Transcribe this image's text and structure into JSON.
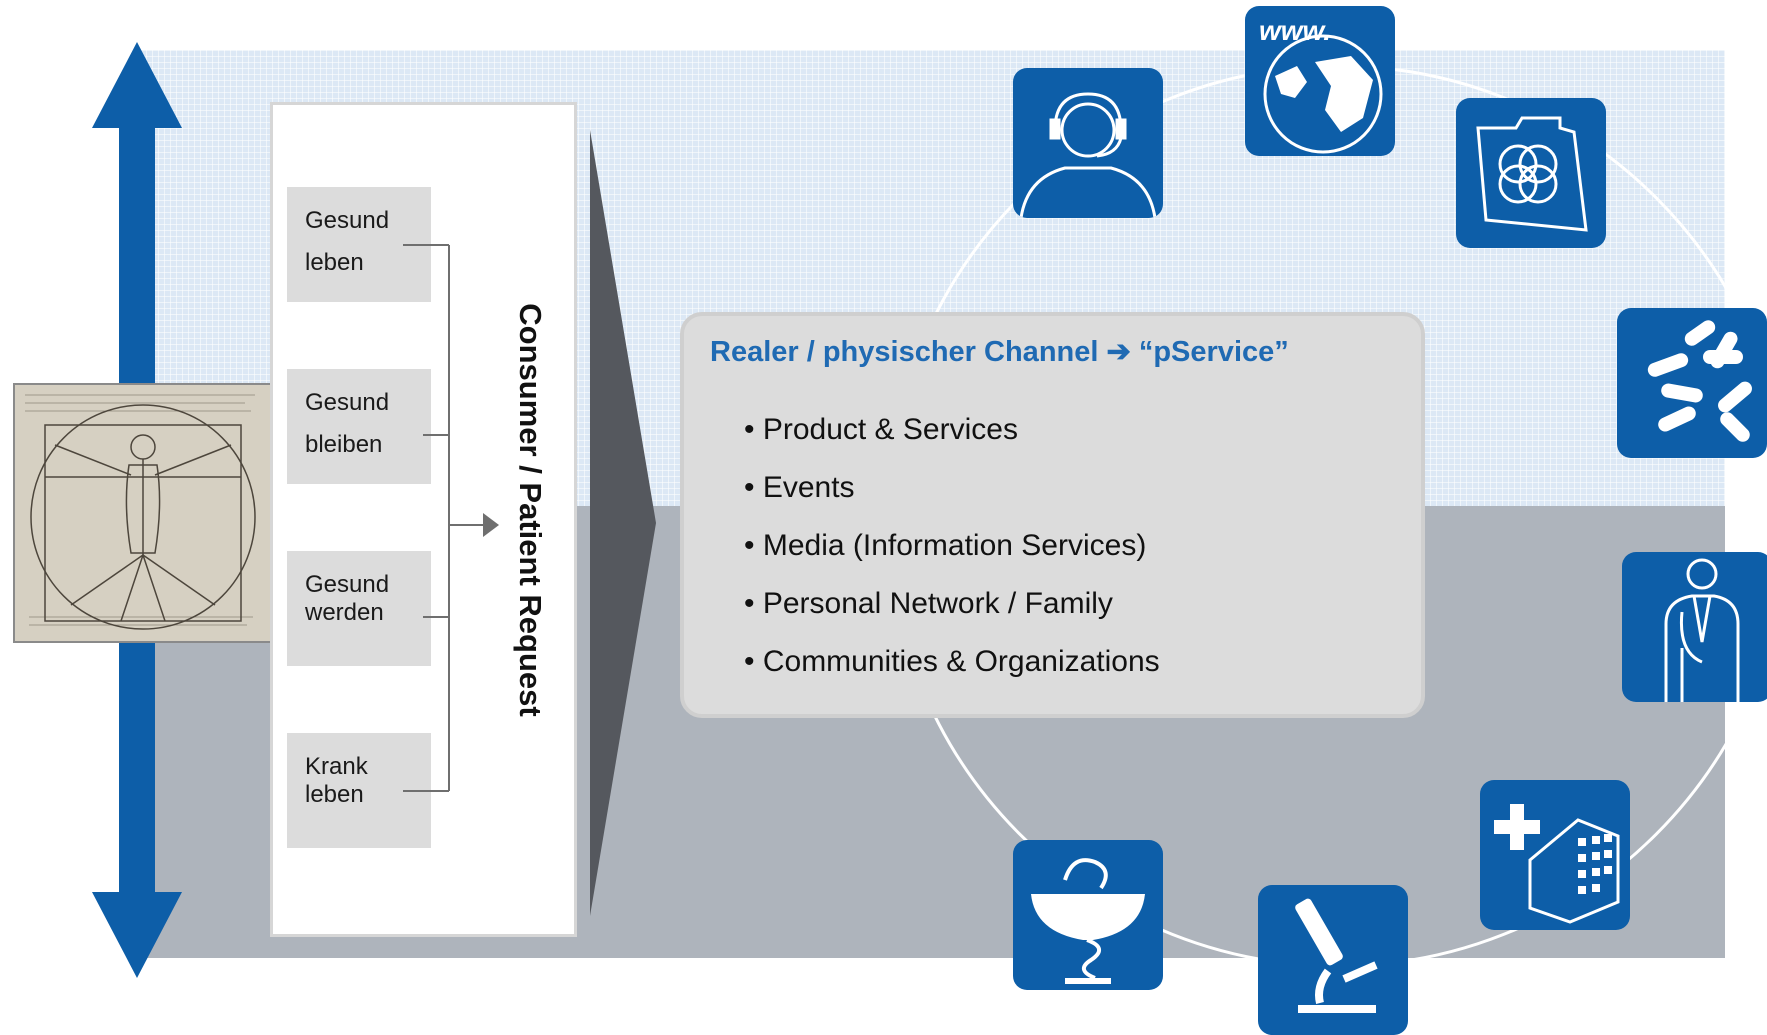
{
  "colors": {
    "brand_blue": "#0d5ea8",
    "title_blue": "#1f6ab3",
    "panel_grey": "#dcdcdc",
    "band_light": "#dce8f5",
    "band_dark": "#aeb4bc",
    "arrow_dark": "#55585e"
  },
  "states": [
    {
      "line1": "Gesund",
      "line2": "leben"
    },
    {
      "line1": "Gesund",
      "line2": "bleiben"
    },
    {
      "line1": "Gesund",
      "line2": "werden"
    },
    {
      "line1": "Krank",
      "line2": "leben"
    }
  ],
  "request_label": "Consumer / Patient Request",
  "channel": {
    "title": "Realer / physischer Channel ➔ “pService”",
    "items": [
      "• Product  & Services",
      "• Events",
      "• Media (Information Services)",
      "• Personal Network / Family",
      "• Communities & Organizations"
    ]
  },
  "icons": {
    "www_text": "www.",
    "names": [
      "call-center-agent-icon",
      "www-globe-icon",
      "medical-folder-icon",
      "pills-icon",
      "doctor-icon",
      "hospital-icon",
      "microscope-icon",
      "pharmacy-bowl-icon"
    ]
  }
}
